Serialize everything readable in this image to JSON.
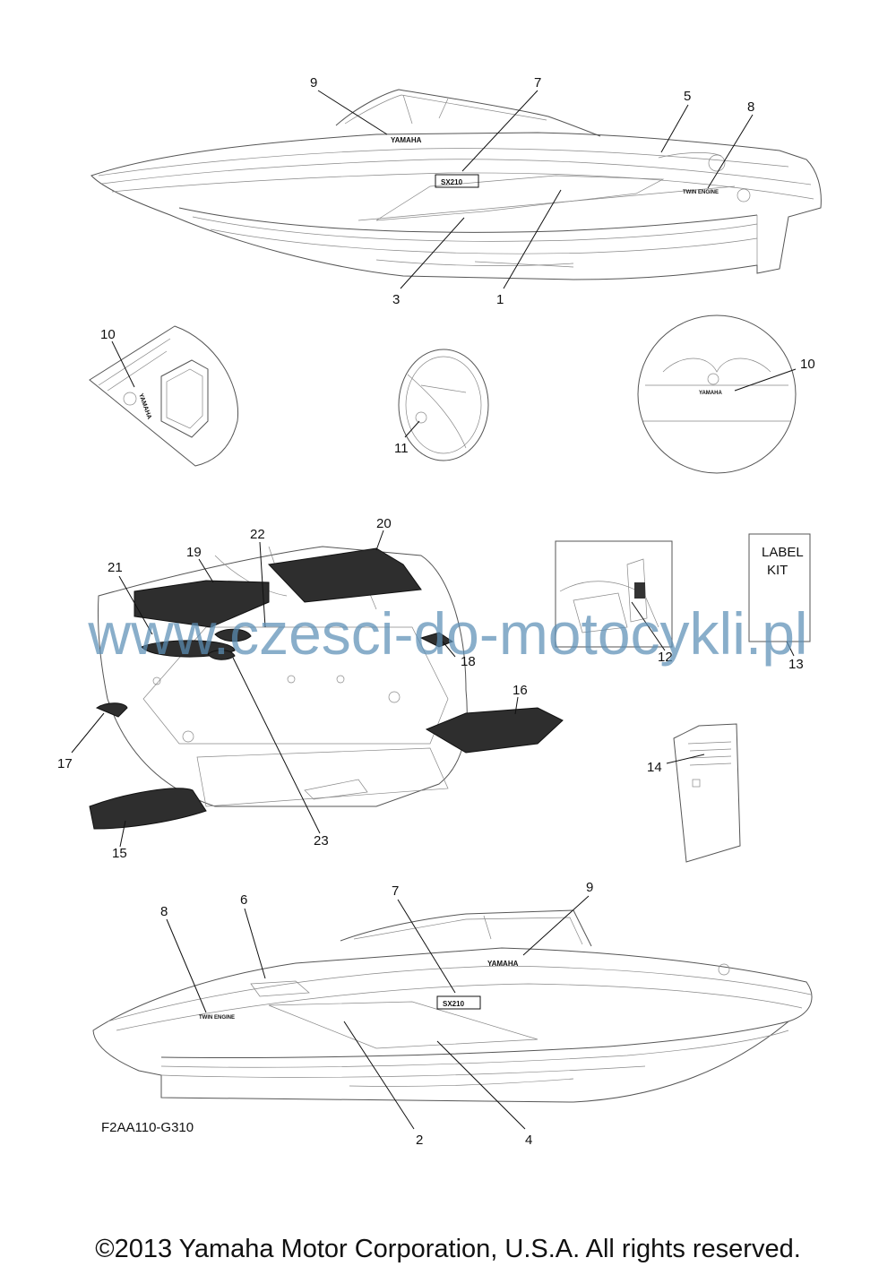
{
  "diagram": {
    "callouts": {
      "c1": "1",
      "c2": "2",
      "c3": "3",
      "c4": "4",
      "c5": "5",
      "c6": "6",
      "c7_top": "7",
      "c7_bottom": "7",
      "c8_top": "8",
      "c8_bottom": "8",
      "c9_top": "9",
      "c9_bottom": "9",
      "c10_left": "10",
      "c10_right": "10",
      "c11": "11",
      "c12": "12",
      "c13": "13",
      "c14": "14",
      "c15": "15",
      "c16": "16",
      "c17": "17",
      "c18": "18",
      "c19": "19",
      "c20": "20",
      "c21": "21",
      "c22": "22",
      "c23": "23"
    },
    "decal_brand_top": "YAMAHA",
    "decal_brand_bottom": "YAMAHA",
    "decal_model_top": "SX210",
    "decal_model_bottom": "SX210",
    "decal_twin_top": "TWIN ENGINE",
    "decal_twin_bottom": "TWIN ENGINE",
    "label_kit_line1": "LABEL",
    "label_kit_line2": "KIT",
    "diagram_code": "F2AA110-G310",
    "watermark": "www.czesci-do-motocykli.pl",
    "copyright": "©2013 Yamaha Motor Corporation, U.S.A. All rights reserved."
  }
}
